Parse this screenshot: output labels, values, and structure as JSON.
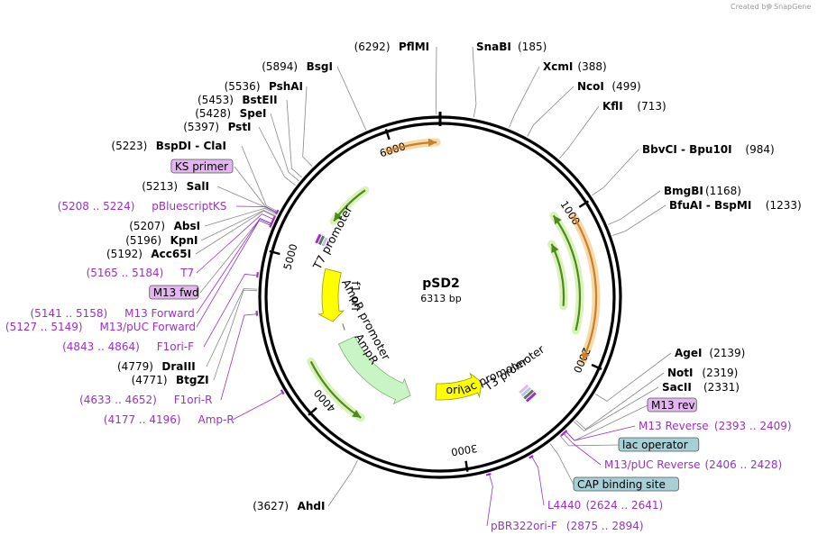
{
  "credit": {
    "prefix": "Created by",
    "brand": "SnapGene"
  },
  "plasmid": {
    "name": "pSD2",
    "size_label": "6313 bp",
    "length": 6313
  },
  "ticks": [
    {
      "label": "1000",
      "pos": 1000
    },
    {
      "label": "2000",
      "pos": 2000
    },
    {
      "label": "3000",
      "pos": 3000
    },
    {
      "label": "4000",
      "pos": 4000
    },
    {
      "label": "5000",
      "pos": 5000
    },
    {
      "label": "6000",
      "pos": 6000
    }
  ],
  "sites": [
    {
      "name": "PflMI",
      "pos_label": "(6292)",
      "pos": 6292,
      "side": "left"
    },
    {
      "name": "SnaBI",
      "pos_label": "(185)",
      "pos": 185,
      "side": "right"
    },
    {
      "name": "XcmI",
      "pos_label": "(388)",
      "pos": 388,
      "side": "right"
    },
    {
      "name": "NcoI",
      "pos_label": "(499)",
      "pos": 499,
      "side": "right"
    },
    {
      "name": "KflI",
      "pos_label": "(713)",
      "pos": 713,
      "side": "right"
    },
    {
      "name": "BbvCI - Bpu10I",
      "pos_label": "(984)",
      "pos": 984,
      "side": "right"
    },
    {
      "name": "BmgBI",
      "pos_label": "(1168)",
      "pos": 1168,
      "side": "right"
    },
    {
      "name": "BfuAI - BspMI",
      "pos_label": "(1233)",
      "pos": 1233,
      "side": "right"
    },
    {
      "name": "AgeI",
      "pos_label": "(2139)",
      "pos": 2139,
      "side": "right"
    },
    {
      "name": "NotI",
      "pos_label": "(2319)",
      "pos": 2319,
      "side": "right"
    },
    {
      "name": "SacII",
      "pos_label": "(2331)",
      "pos": 2331,
      "side": "right"
    },
    {
      "name": "AhdI",
      "pos_label": "(3627)",
      "pos": 3627,
      "side": "left"
    },
    {
      "name": "BtgZI",
      "pos_label": "(4771)",
      "pos": 4771,
      "side": "left"
    },
    {
      "name": "DraIII",
      "pos_label": "(4779)",
      "pos": 4779,
      "side": "left"
    },
    {
      "name": "Acc65I",
      "pos_label": "(5192)",
      "pos": 5192,
      "side": "left"
    },
    {
      "name": "KpnI",
      "pos_label": "(5196)",
      "pos": 5196,
      "side": "left"
    },
    {
      "name": "AbsI",
      "pos_label": "(5207)",
      "pos": 5207,
      "side": "left"
    },
    {
      "name": "SalI",
      "pos_label": "(5213)",
      "pos": 5213,
      "side": "left"
    },
    {
      "name": "BspDI - ClaI",
      "pos_label": "(5223)",
      "pos": 5223,
      "side": "left"
    },
    {
      "name": "PstI",
      "pos_label": "(5397)",
      "pos": 5397,
      "side": "left"
    },
    {
      "name": "SpeI",
      "pos_label": "(5428)",
      "pos": 5428,
      "side": "left"
    },
    {
      "name": "BstEII",
      "pos_label": "(5453)",
      "pos": 5453,
      "side": "left"
    },
    {
      "name": "PshAI",
      "pos_label": "(5536)",
      "pos": 5536,
      "side": "left"
    },
    {
      "name": "BsgI",
      "pos_label": "(5894)",
      "pos": 5894,
      "side": "left"
    }
  ],
  "primers": [
    {
      "name": "pBluescriptKS",
      "range": "(5208 .. 5224)",
      "start": 5208,
      "end": 5224,
      "side": "left"
    },
    {
      "name": "T7",
      "range": "(5165 .. 5184)",
      "start": 5165,
      "end": 5184,
      "side": "left"
    },
    {
      "name": "M13 Forward",
      "range": "(5141 .. 5158)",
      "start": 5141,
      "end": 5158,
      "side": "left"
    },
    {
      "name": "M13/pUC Forward",
      "range": "(5127 .. 5149)",
      "start": 5127,
      "end": 5149,
      "side": "left"
    },
    {
      "name": "F1ori-F",
      "range": "(4843 .. 4864)",
      "start": 4843,
      "end": 4864,
      "side": "left"
    },
    {
      "name": "F1ori-R",
      "range": "(4633 .. 4652)",
      "start": 4633,
      "end": 4652,
      "side": "left"
    },
    {
      "name": "Amp-R",
      "range": "(4177 .. 4196)",
      "start": 4177,
      "end": 4196,
      "side": "left"
    },
    {
      "name": "M13 Reverse",
      "range": "(2393 .. 2409)",
      "start": 2393,
      "end": 2409,
      "side": "right"
    },
    {
      "name": "M13/pUC Reverse",
      "range": "(2406 .. 2428)",
      "start": 2406,
      "end": 2428,
      "side": "right"
    },
    {
      "name": "L4440",
      "range": "(2624 .. 2641)",
      "start": 2624,
      "end": 2641,
      "side": "right"
    },
    {
      "name": "pBR322ori-F",
      "range": "(2875 .. 2894)",
      "start": 2875,
      "end": 2894,
      "side": "right"
    }
  ],
  "boxed_features": [
    {
      "name": "KS primer",
      "pos": 5216,
      "fill": "#e4b6f0",
      "side": "left"
    },
    {
      "name": "M13 fwd",
      "pos": 5145,
      "fill": "#e4b6f0",
      "side": "left"
    },
    {
      "name": "M13 rev",
      "pos": 2400,
      "fill": "#e4b6f0",
      "side": "right"
    },
    {
      "name": "lac operator",
      "pos": 2440,
      "fill": "#a6cfd6",
      "side": "right"
    },
    {
      "name": "CAP binding site",
      "pos": 2510,
      "fill": "#a6cfd6",
      "side": "right"
    }
  ],
  "features": [
    {
      "name": "T7 promoter",
      "kind": "promoter-label",
      "pos": 5170
    },
    {
      "name": "f1 ori",
      "kind": "arrow",
      "start": 4510,
      "end": 4980,
      "fill": "#ffff00",
      "direction": "rev"
    },
    {
      "name": "AmpR promoter",
      "kind": "promoter-label",
      "pos": 4440
    },
    {
      "name": "AmpR",
      "kind": "arrow",
      "start": 3450,
      "end": 4300,
      "fill": "#c9f5c4",
      "direction": "rev"
    },
    {
      "name": "ori",
      "kind": "arrow",
      "start": 2700,
      "end": 3200,
      "fill": "#ffff00",
      "direction": "rev"
    },
    {
      "name": "lac promoter",
      "kind": "promoter-label",
      "pos": 2450
    },
    {
      "name": "T3 promoter",
      "kind": "promoter-label",
      "pos": 2370
    }
  ],
  "colors": {
    "backbone": "#000000",
    "enzyme_line": "#888888",
    "primer": "#9b2fc9",
    "orf_green": "#4e8a1f",
    "orf_glow_green": "#d9f2b7",
    "orf_orange": "#c8802a",
    "orf_glow_orange": "#f7d9a8",
    "yellow": "#ffff00",
    "ampr_fill": "#c9f5c4"
  }
}
